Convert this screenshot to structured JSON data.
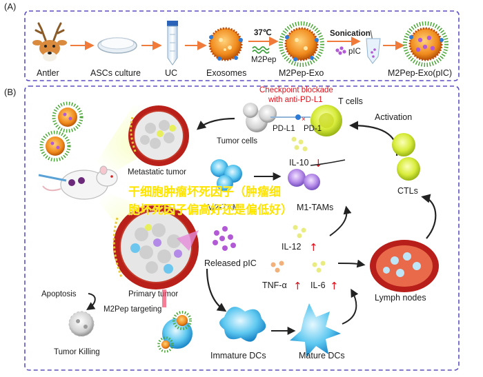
{
  "panel_a": {
    "label": "(A)",
    "steps": [
      "Antler",
      "ASCs culture",
      "UC",
      "Exosomes",
      "M2Pep-Exo",
      "M2Pep-Exo(pIC)"
    ],
    "temp": "37℃",
    "m2pep": "M2Pep",
    "sonication": "Sonication",
    "pic": "pIC"
  },
  "panel_b": {
    "label": "(B)",
    "checkpoint_line1": "Checkpoint blockade",
    "checkpoint_line2": "with anti-PD-L1",
    "t_cells": "T cells",
    "pd_l1": "PD-L1",
    "pd_1": "PD-1",
    "activation": "Activation",
    "tumor_cells": "Tumor cells",
    "metastatic_tumor": "Metastatic tumor",
    "il10": "IL-10",
    "ctls": "CTLs",
    "m2_tams": "M2-TAMs",
    "m1_tams": "M1-TAMs",
    "il12": "IL-12",
    "released_pic": "Released pIC",
    "tnf": "TNF-α",
    "il6": "IL-6",
    "primary_tumor": "Primary tumor",
    "apoptosis": "Apoptosis",
    "m2pep_targeting": "M2Pep targeting",
    "lymph_nodes": "Lymph nodes",
    "tumor_killing": "Tumor Killing",
    "immature_dcs": "Immature DCs",
    "mature_dcs": "Mature DCs"
  },
  "overlay": {
    "line1": "干细胞肿瘤坏死因子（肿瘤细",
    "line2": "胞坏死因子偏高好还是偏低好）"
  }
}
